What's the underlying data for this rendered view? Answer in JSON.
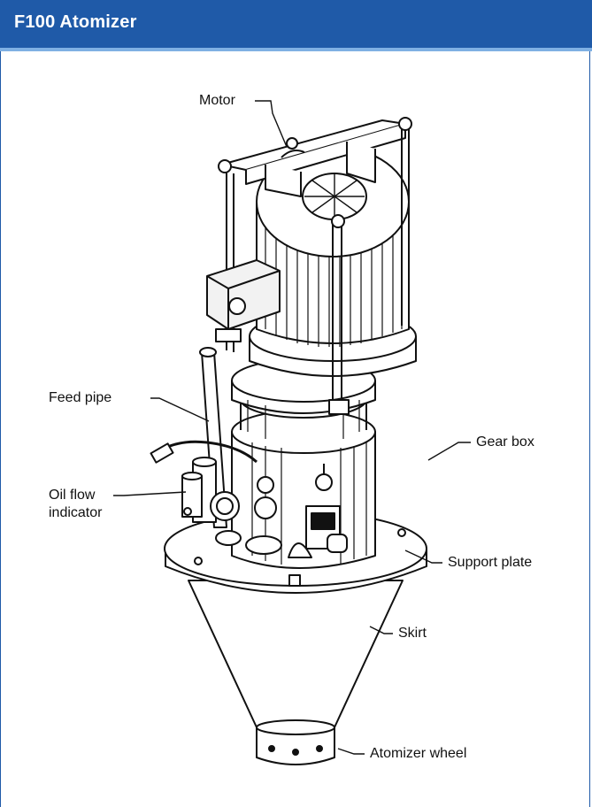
{
  "header": {
    "title": "F100 Atomizer",
    "color": "#1f5aa8"
  },
  "labels": {
    "motor": "Motor",
    "feed_pipe": "Feed pipe",
    "gear_box": "Gear box",
    "oil_flow_1": "Oil flow",
    "oil_flow_2": "indicator",
    "support_plate": "Support plate",
    "skirt": "Skirt",
    "atomizer_wheel": "Atomizer wheel"
  }
}
